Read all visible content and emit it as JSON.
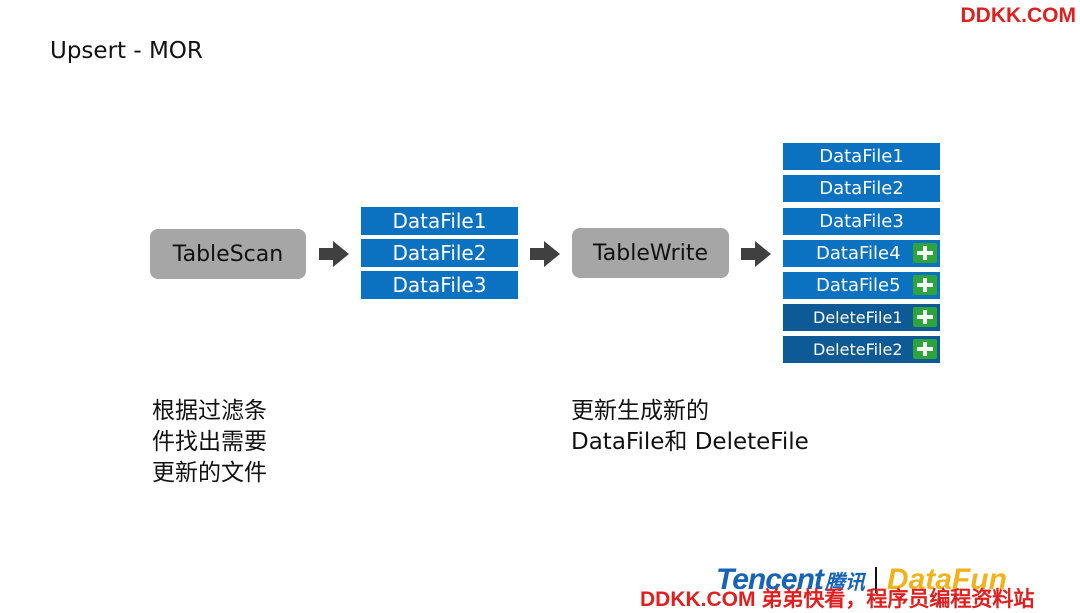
{
  "watermark_top": "DDKK.COM",
  "title": "Upsert - MOR",
  "nodes": {
    "table_scan": "TableScan",
    "table_write": "TableWrite"
  },
  "input_files": [
    "DataFile1",
    "DataFile2",
    "DataFile3"
  ],
  "output_files": {
    "existing": [
      "DataFile1",
      "DataFile2",
      "DataFile3"
    ],
    "new_data": [
      "DataFile4",
      "DataFile5"
    ],
    "new_delete": [
      "DeleteFile1",
      "DeleteFile2"
    ]
  },
  "captions": {
    "left": [
      "根据过滤条",
      "件找出需要",
      "更新的文件"
    ],
    "right": [
      "更新生成新的",
      "DataFile和 DeleteFile"
    ]
  },
  "logos": {
    "tencent": "Tencent",
    "tencent_cn": "腾讯",
    "datafun": "DataFun"
  },
  "watermark_bottom": "DDKK.COM 弟弟快看，程序员编程资料站",
  "colors": {
    "file_blue": "#0b71c1",
    "delete_blue": "#0e5a96",
    "node_gray": "#a6a6a6",
    "plus_green": "#2ea53a",
    "watermark_red": "#e02020"
  },
  "icons": [
    "right-arrow-icon",
    "plus-icon"
  ]
}
